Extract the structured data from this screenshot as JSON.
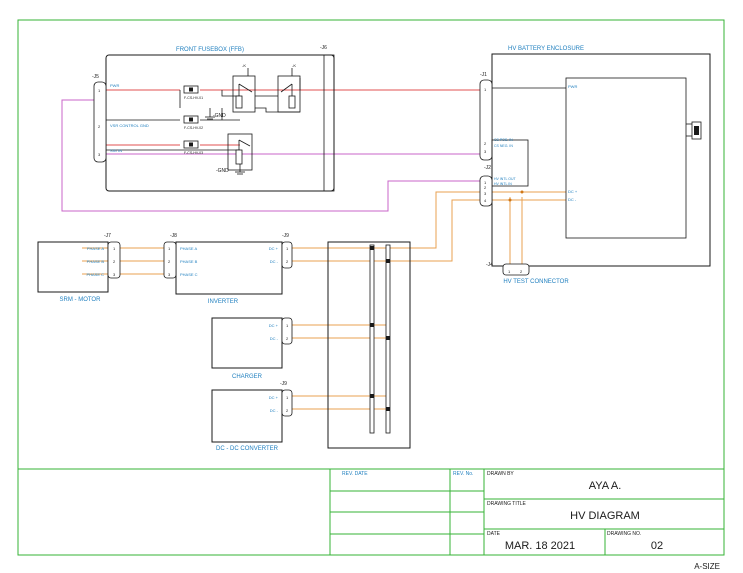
{
  "colors": {
    "frame": "#35b335",
    "ink": "#1a1a1a",
    "label": "#1f7fbf",
    "power": "#e05050",
    "signal": "#c864c8",
    "hv": "#e8a050",
    "hv_dark": "#d07818"
  },
  "blocks": {
    "fusebox": {
      "title": "FRONT FUSEBOX (FFB)",
      "ref": "-J6"
    },
    "battery": {
      "title": "HV BATTERY ENCLOSURE",
      "ref_top": "-J1",
      "ref_bottom": "-J4"
    },
    "motor": {
      "title": "SRM - MOTOR",
      "ref": "-J7"
    },
    "inverter": {
      "title": "INVERTER",
      "ref_in": "-J8",
      "ref_out": "-J9"
    },
    "charger": {
      "title": "CHARGER"
    },
    "dcdc": {
      "title": "DC - DC CONVERTER",
      "ref": "-J9"
    },
    "test_connector": {
      "title": "HV TEST CONNECTOR"
    },
    "j2_ref": "-J2",
    "j5_ref": "-J5"
  },
  "fusebox": {
    "fuses": [
      "F-CS-HV-01",
      "F-CS-HV-02",
      "F-CS-HV-03"
    ],
    "relay_labels": [
      "-K",
      "-K"
    ],
    "gnd": [
      "-GND",
      "-GND"
    ],
    "j5_pins": [
      "1",
      "2",
      "3"
    ],
    "j5_signals": [
      "PWR",
      "VSR CONTROL GND",
      "SIG IN"
    ]
  },
  "battery": {
    "pwr": "PWR",
    "j2_signals": [
      "CS POS. IN",
      "CS NEG. IN"
    ],
    "j3_signals": [
      "HV INTL OUT",
      "HV INTL IN"
    ],
    "dc": [
      "DC +",
      "DC -"
    ],
    "pins": [
      "1",
      "2",
      "3",
      "4"
    ]
  },
  "motor": {
    "phases": [
      "PHASE A",
      "PHASE B",
      "PHASE C"
    ],
    "pins": [
      "1",
      "2",
      "3"
    ]
  },
  "inverter": {
    "phases": [
      "PHASE A",
      "PHASE B",
      "PHASE C"
    ],
    "pins": [
      "1",
      "2",
      "3"
    ],
    "dc": [
      "DC +",
      "DC -"
    ],
    "dc_pins": [
      "1",
      "2"
    ]
  },
  "charger": {
    "dc": [
      "DC +",
      "DC -"
    ],
    "pins": [
      "1",
      "2"
    ]
  },
  "dcdc": {
    "dc": [
      "DC +",
      "DC -"
    ],
    "pins": [
      "1",
      "2"
    ]
  },
  "title_block": {
    "rev_date_label": "REV. DATE",
    "rev_no_label": "REV. No.",
    "drawn_by_label": "DRAWN BY",
    "drawn_by": "AYA A.",
    "drawing_title_label": "DRAWING TITLE",
    "drawing_title": "HV DIAGRAM",
    "date_label": "DATE",
    "date": "MAR. 18 2021",
    "drawing_no_label": "DRAWING NO.",
    "drawing_no": "02",
    "size": "A-SIZE"
  }
}
